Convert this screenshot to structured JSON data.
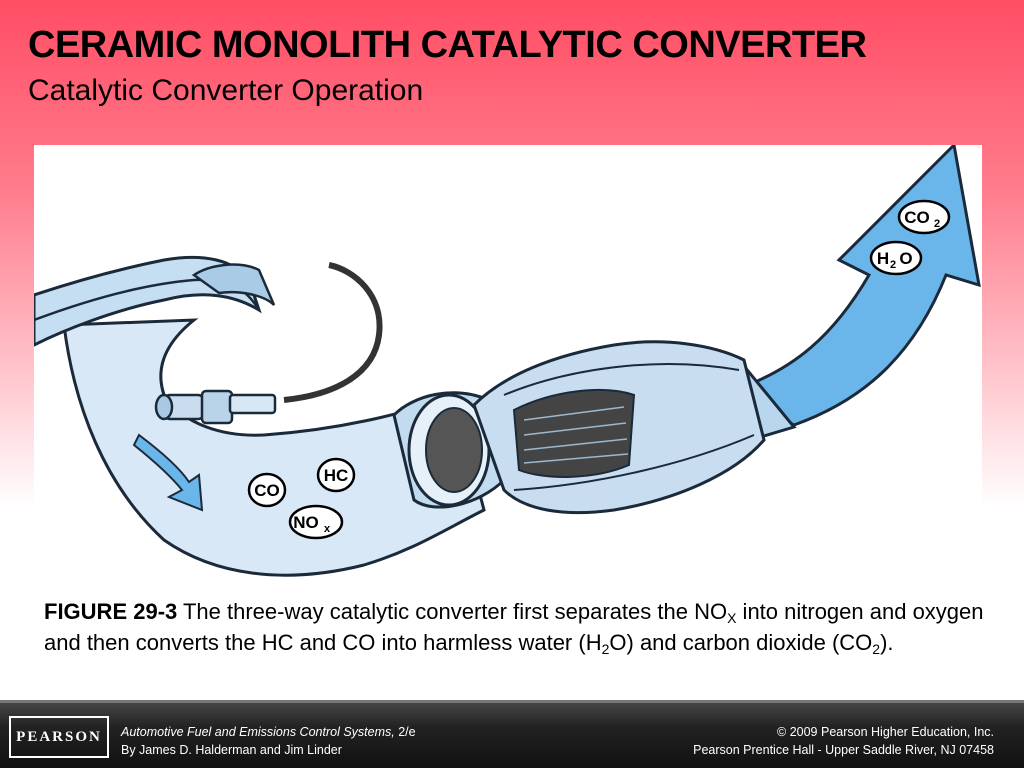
{
  "slide": {
    "title": "CERAMIC MONOLITH CATALYTIC CONVERTER",
    "subtitle": "Catalytic Converter Operation"
  },
  "figure": {
    "labels": {
      "co": "CO",
      "hc": "HC",
      "nox_main": "NO",
      "nox_sub": "x",
      "co2_main": "CO",
      "co2_sub": "2",
      "h2o_pre": "H",
      "h2o_sub": "2",
      "h2o_post": "O"
    }
  },
  "caption": {
    "figure_id": "FIGURE 29-3",
    "text_1": " The three-way catalytic converter first separates the NO",
    "sub_x": "X",
    "text_2": " into nitrogen and oxygen and then converts the HC and CO into harmless water (H",
    "sub_2a": "2",
    "text_3": "O) and carbon dioxide (CO",
    "sub_2b": "2",
    "text_4": ")."
  },
  "footer": {
    "logo": "PEARSON",
    "book_title": "Automotive Fuel and Emissions Control Systems,",
    "edition": " 2/e",
    "authors": "By James D. Halderman and Jim Linder",
    "copyright": "© 2009 Pearson Higher Education, Inc.",
    "publisher": "Pearson Prentice Hall - Upper Saddle River, NJ 07458"
  },
  "colors": {
    "flow_arrow": "#6ab6ea",
    "pipe": "#d3e6f5",
    "outline": "#1b2a3a"
  }
}
